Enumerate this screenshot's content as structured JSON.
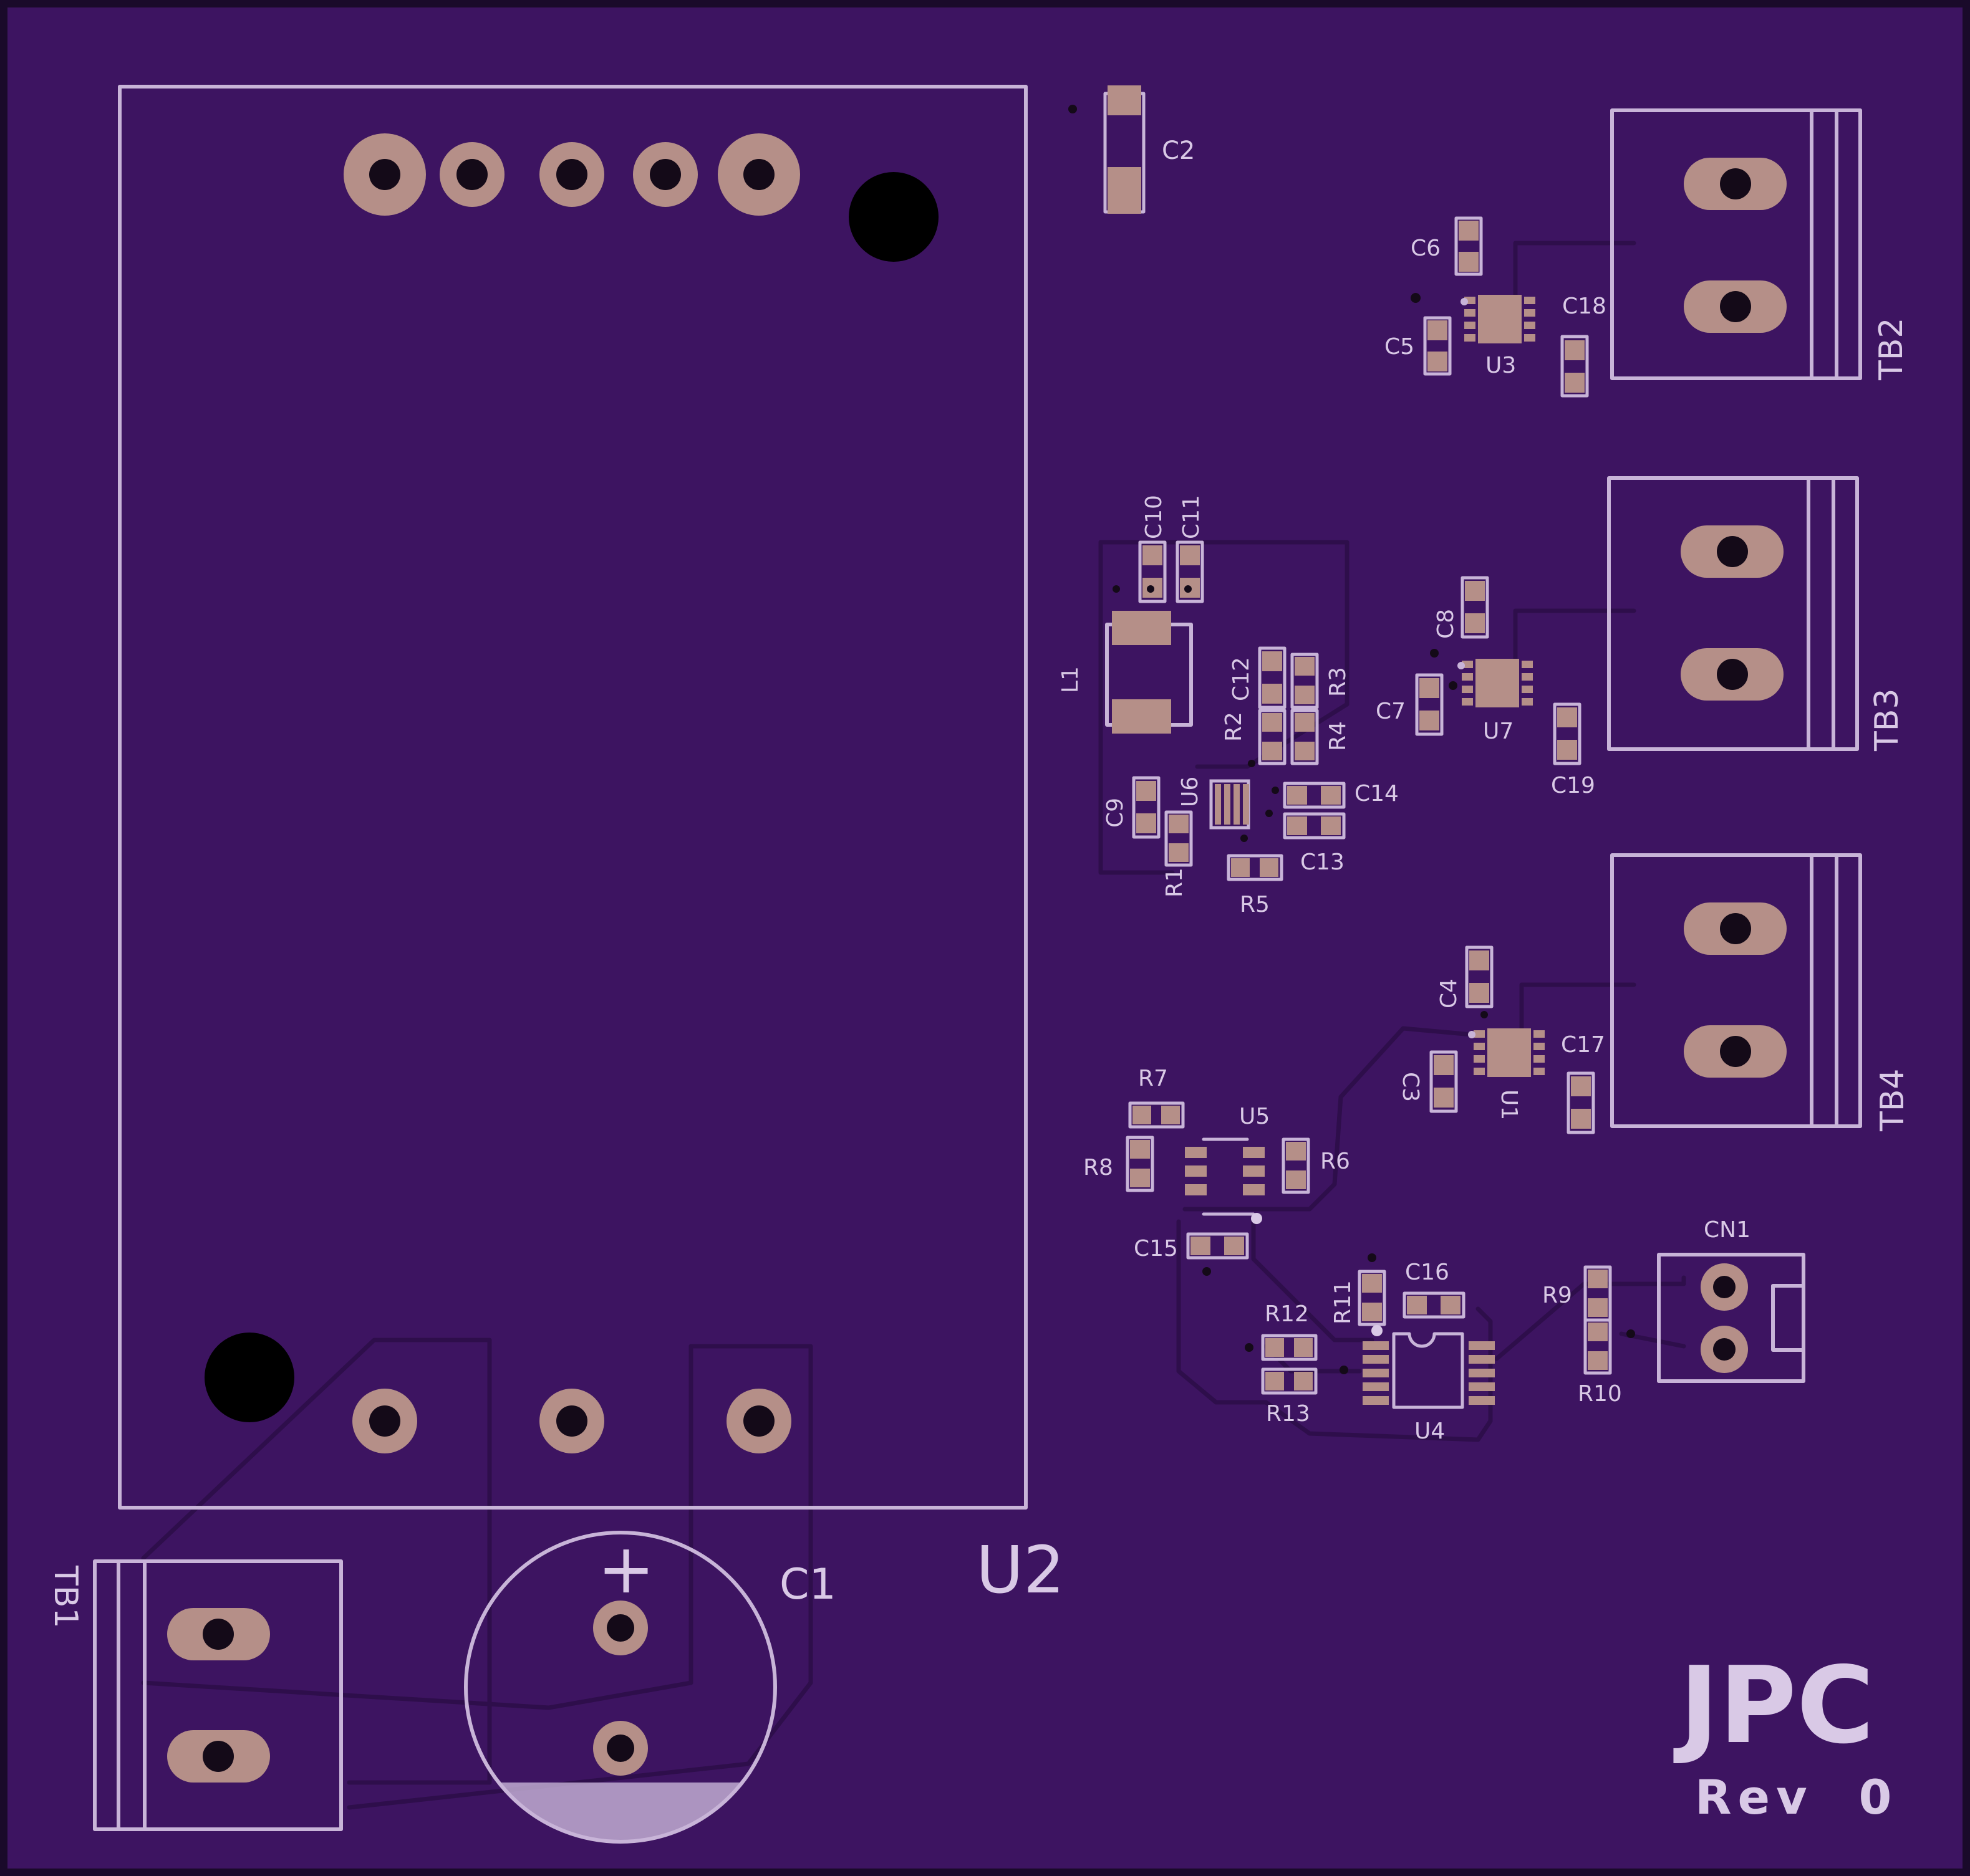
{
  "colors": {
    "board": "#3d1461",
    "outline": "#1a0a2a",
    "silkscreen": "#c8b4d8",
    "pad": "#b58f88",
    "trace": "#2e0e4b"
  },
  "board": {
    "logo": "JPC",
    "revision": "Rev  0"
  },
  "labels": {
    "U2": "U2",
    "C1": "C1",
    "C1_polarity": "+",
    "TB1": "TB1",
    "TB2": "TB2",
    "TB3": "TB3",
    "TB4": "TB4",
    "C2": "C2",
    "C3": "C3",
    "C4": "C4",
    "C5": "C5",
    "C6": "C6",
    "C7": "C7",
    "C8": "C8",
    "C9": "C9",
    "C10": "C10",
    "C11": "C11",
    "C12": "C12",
    "C13": "C13",
    "C14": "C14",
    "C15": "C15",
    "C16": "C16",
    "C17": "C17",
    "C18": "C18",
    "C19": "C19",
    "L1": "L1",
    "R1": "R1",
    "R2": "R2",
    "R3": "R3",
    "R4": "R4",
    "R5": "R5",
    "R6": "R6",
    "R7": "R7",
    "R8": "R8",
    "R9": "R9",
    "R10": "R10",
    "R11": "R11",
    "R12": "R12",
    "R13": "R13",
    "U1": "U1",
    "U3": "U3",
    "U4": "U4",
    "U5": "U5",
    "U6": "U6",
    "U7": "U7",
    "CN1": "CN1"
  }
}
